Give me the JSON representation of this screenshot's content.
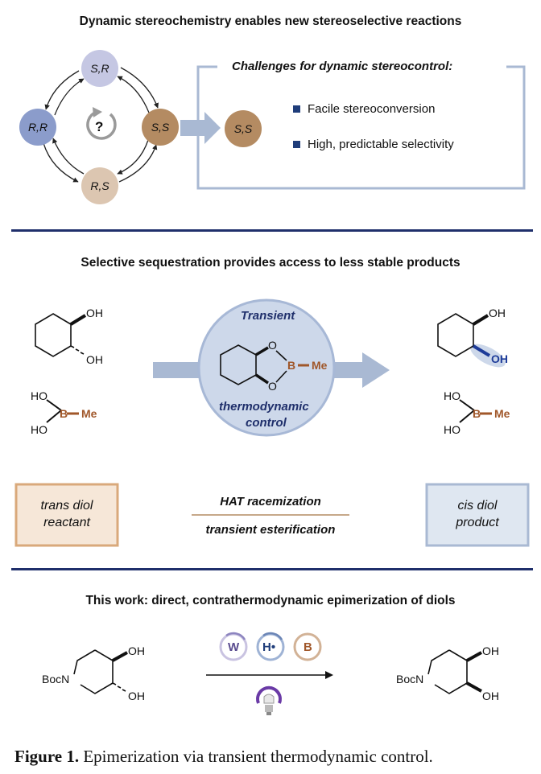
{
  "panel1": {
    "title": "Dynamic stereochemistry enables new stereoselective reactions",
    "nodes": {
      "top": "S,R",
      "left": "R,R",
      "center": "?",
      "right": "S,S",
      "bottom": "R,S",
      "product": "S,S"
    },
    "challenges_title": "Challenges for dynamic stereocontrol:",
    "bullets": [
      "Facile stereoconversion",
      "High, predictable selectivity"
    ],
    "colors": {
      "sr": "#c5c7e3",
      "rr": "#8b9ccb",
      "ss": "#b48b62",
      "rs": "#dcc6b1",
      "bracket": "#a9b9d3",
      "bullet": "#1f3d7a",
      "navy": "#1f2f6b"
    }
  },
  "panel2": {
    "title": "Selective sequestration provides access to less stable products",
    "reactant_diol": {
      "oh1": "OH",
      "oh2": "OH"
    },
    "boronic_left": {
      "ho1": "HO",
      "b": "B",
      "me": "Me",
      "ho2": "HO"
    },
    "circle": {
      "top": "Transient",
      "ester_o1": "O",
      "ester_o2": "O",
      "ester_b": "B",
      "ester_me": "Me",
      "bottom1": "thermodynamic",
      "bottom2": "control"
    },
    "product_diol": {
      "oh1": "OH",
      "oh2": "OH"
    },
    "boronic_right": {
      "ho1": "HO",
      "b": "B",
      "me": "Me",
      "ho2": "HO"
    },
    "box_left": [
      "trans diol",
      "reactant"
    ],
    "box_right": [
      "cis diol",
      "product"
    ],
    "middle_top": "HAT racemization",
    "middle_bottom": "transient esterification",
    "colors": {
      "boron": "#a0572a",
      "highlight_oh": "#1e3c99",
      "circle_fill": "#cdd8ea",
      "circle_edge": "#a7b8d6",
      "box_left_fill": "#f6e7d8",
      "box_left_edge": "#d9a97b",
      "box_right_fill": "#dfe7f1",
      "box_right_edge": "#a9b9d3"
    }
  },
  "panel3": {
    "title": "This work: direct, contrathermodynamic epimerization of diols",
    "reactant": {
      "oh1": "OH",
      "oh2": "OH",
      "boc": "BocN"
    },
    "catalysts": [
      "W",
      "H•",
      "B"
    ],
    "product": {
      "oh1": "OH",
      "oh2": "OH",
      "boc": "BocN"
    }
  },
  "caption": {
    "label": "Figure 1.",
    "text": " Epimerization via transient thermodynamic control."
  }
}
